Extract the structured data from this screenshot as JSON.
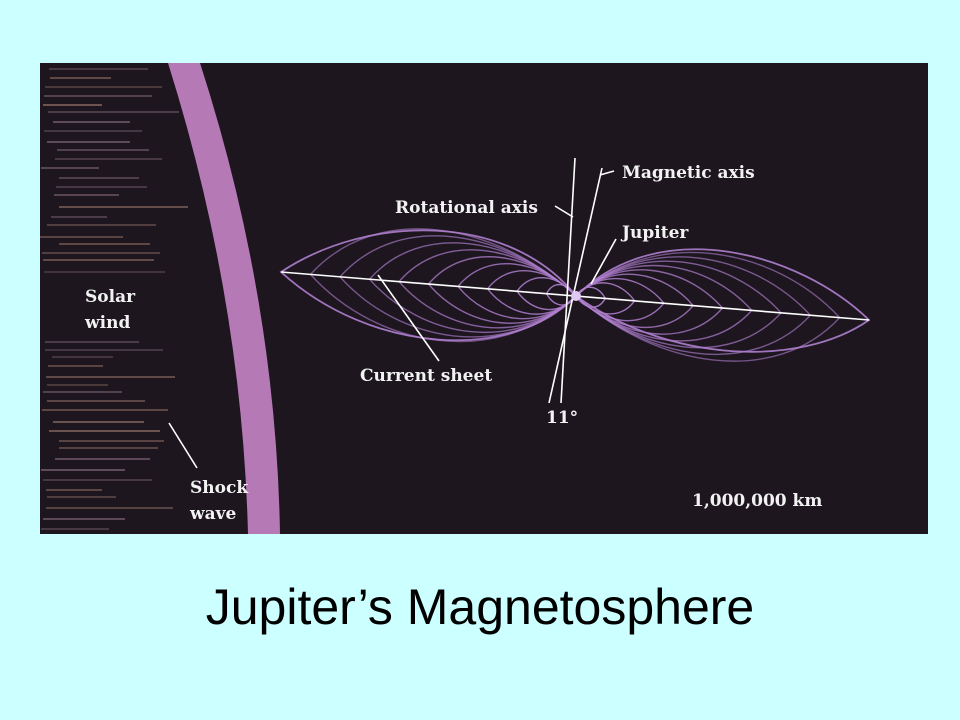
{
  "slide": {
    "title": "Jupiter’s Magnetosphere",
    "background": "#ccffff"
  },
  "figure": {
    "background": "#1d161f",
    "shock_color": "#b57ab5",
    "field_line_color": "#b07fcf",
    "labels": {
      "magnetic_axis": "Magnetic axis",
      "rotational_axis": "Rotational axis",
      "jupiter": "Jupiter",
      "solar_wind_line1": "Solar",
      "solar_wind_line2": "wind",
      "current_sheet": "Current sheet",
      "tilt_angle": "11°",
      "shock_wave_line1": "Shock",
      "shock_wave_line2": "wave",
      "scale": "1,000,000 km"
    }
  }
}
